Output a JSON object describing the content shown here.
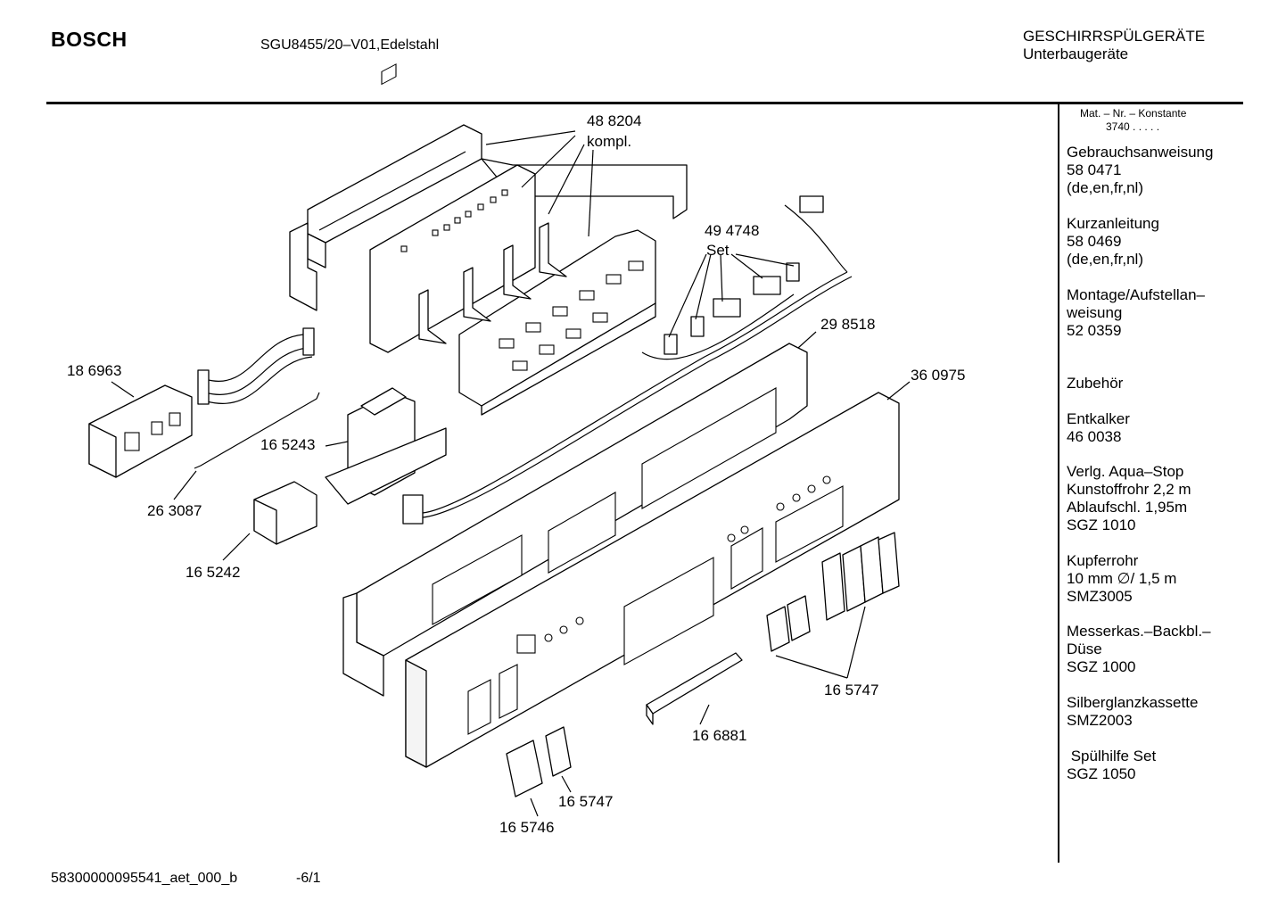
{
  "header": {
    "brand": "BOSCH",
    "model": "SGU8455/20–V01,Edelstahl",
    "category_line1": "GESCHIRRSPÜLGERÄTE",
    "category_line2": "Unterbaugeräte"
  },
  "sidebar": {
    "mat_label": "Mat. – Nr. – Konstante",
    "mat_constant": "3740  .  .  .  .  .",
    "items": [
      {
        "lines": [
          "Gebrauchsanweisung",
          "58 0471",
          "(de,en,fr,nl)"
        ]
      },
      {
        "lines": [
          "Kurzanleitung",
          "58 0469",
          "(de,en,fr,nl)"
        ]
      },
      {
        "lines": [
          "Montage/Aufstellan–",
          "weisung",
          "52 0359"
        ]
      },
      {
        "lines": [
          "Zubehör"
        ]
      },
      {
        "lines": [
          "Entkalker",
          "46 0038"
        ]
      },
      {
        "lines": [
          "Verlg. Aqua–Stop",
          "Kunstoffrohr 2,2 m",
          "Ablaufschl. 1,95m",
          "SGZ 1010"
        ]
      },
      {
        "lines": [
          "Kupferrohr",
          "10 mm ∅/ 1,5 m",
          "SMZ3005"
        ]
      },
      {
        "lines": [
          "Messerkas.–Backbl.–",
          "Düse",
          "SGZ 1000"
        ]
      },
      {
        "lines": [
          "Silberglanzkassette",
          "SMZ2003"
        ]
      },
      {
        "lines": [
          " Spülhilfe Set",
          "SGZ 1050"
        ]
      }
    ]
  },
  "diagram": {
    "callouts": {
      "p488204": "48 8204",
      "p488204b": "kompl.",
      "p494748": "49 4748",
      "p494748b": "Set",
      "p298518": "29 8518",
      "p360975": "36 0975",
      "p186963": "18 6963",
      "p165243": "16 5243",
      "p263087": "26 3087",
      "p165242": "16 5242",
      "p165747a": "16 5747",
      "p166881": "16 6881",
      "p165747b": "16 5747",
      "p165746": "16 5746"
    }
  },
  "footer": {
    "code": "58300000095541_aet_000_b",
    "page": "-6/1"
  }
}
